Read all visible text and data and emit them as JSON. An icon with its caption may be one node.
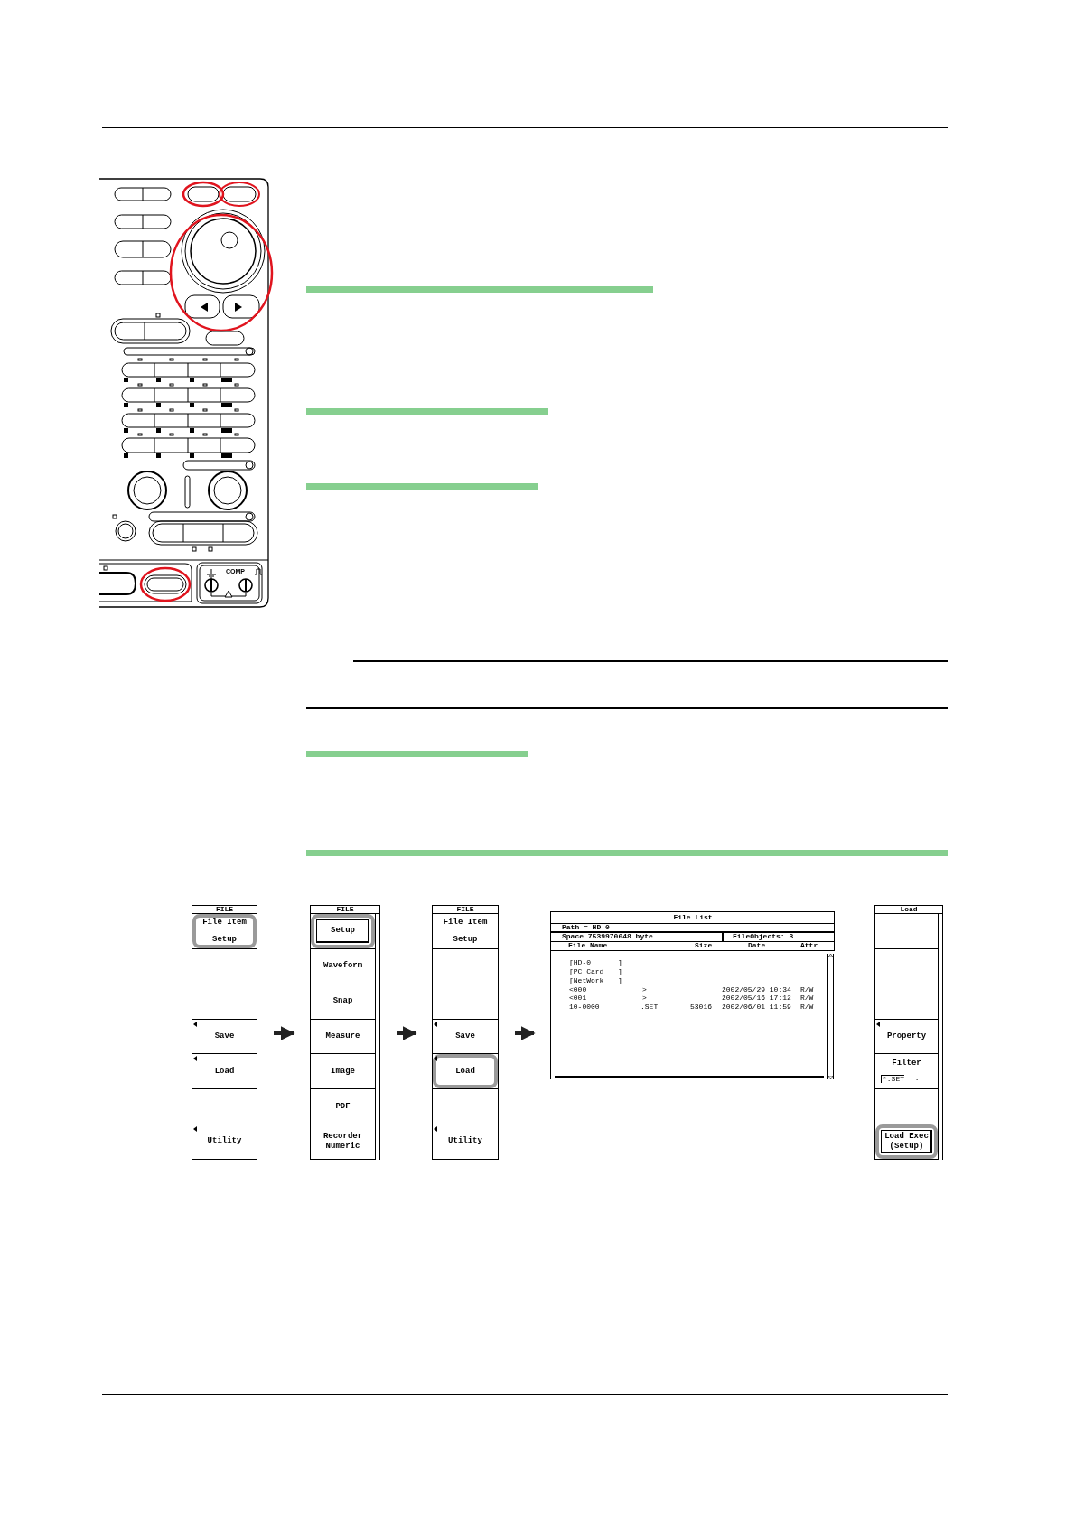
{
  "diagram": {
    "nodes": [
      {
        "text": [
          "FILE"
        ]
      },
      {
        "text": [
          "File Item",
          "Setup"
        ],
        "in": 0
      },
      {
        "text": [],
        "shape": "box",
        "in": 0
      },
      {
        "text": [],
        "shape": "box",
        "in": 0
      },
      {
        "text": [
          "Save"
        ],
        "in": 0
      },
      {
        "text": [
          "Load"
        ],
        "in": 0
      },
      {
        "text": [],
        "shape": "box",
        "in": 0
      },
      {
        "text": [
          "Utility"
        ],
        "in": 0
      },
      {
        "text": [
          "FILE"
        ]
      },
      {
        "text": [
          "Setup"
        ],
        "in": 8
      },
      {
        "text": [
          "Waveform"
        ],
        "in": 8
      },
      {
        "text": [
          "Snap"
        ],
        "in": 8
      },
      {
        "text": [
          "Measure"
        ],
        "in": 8
      },
      {
        "text": [
          "Image"
        ],
        "in": 8
      },
      {
        "text": [
          "PDF"
        ],
        "in": 8
      },
      {
        "text": [
          "Recorder Numeric"
        ],
        "in": 8
      },
      {
        "text": [
          "FILE"
        ]
      },
      {
        "text": [
          "File Item",
          "Setup"
        ],
        "in": 16
      },
      {
        "text": [],
        "shape": "box",
        "in": 16
      },
      {
        "text": [],
        "shape": "box",
        "in": 16
      },
      {
        "text": [
          "Save"
        ],
        "in": 16
      },
      {
        "text": [
          "Load"
        ],
        "in": 16
      },
      {
        "text": [],
        "shape": "box",
        "in": 16
      },
      {
        "text": [
          "Utility"
        ],
        "in": 16
      },
      {
        "text": [
          "File List",
          "Path = HD-0",
          "Space 7539970048 byte",
          "FileObjects: 3",
          "File Name",
          "Size",
          "Date",
          "Attr",
          "[HD-0",
          "]",
          "[PC Card",
          "]",
          "[NetWork",
          "]",
          "<000",
          ">",
          "2002/05/29 10:34",
          "R/W",
          "<001",
          ">",
          "2002/05/16 17:12",
          "R/W",
          "10-0000",
          ".SET",
          "53016",
          "2002/06/01 11:59",
          "R/W"
        ]
      },
      {
        "text": [
          "Load"
        ]
      },
      {
        "text": [],
        "shape": "box",
        "in": 25
      },
      {
        "text": [],
        "shape": "box",
        "in": 25
      },
      {
        "text": [],
        "shape": "box",
        "in": 25
      },
      {
        "text": [
          "Property"
        ],
        "in": 25
      },
      {
        "text": [
          "Filter",
          "*.SET",
          "*.*"
        ],
        "in": 25
      },
      {
        "text": [],
        "shape": "box",
        "in": 25
      },
      {
        "text": [
          "Load Exec (Setup)"
        ],
        "in": 25
      }
    ],
    "edges": [
      {
        "from": 0,
        "to": 8,
        "arrow": "to"
      },
      {
        "from": 8,
        "to": 16,
        "arrow": "to"
      },
      {
        "from": 16,
        "to": 24,
        "arrow": "to"
      }
    ],
    "labels": [
      "COMP"
    ]
  }
}
